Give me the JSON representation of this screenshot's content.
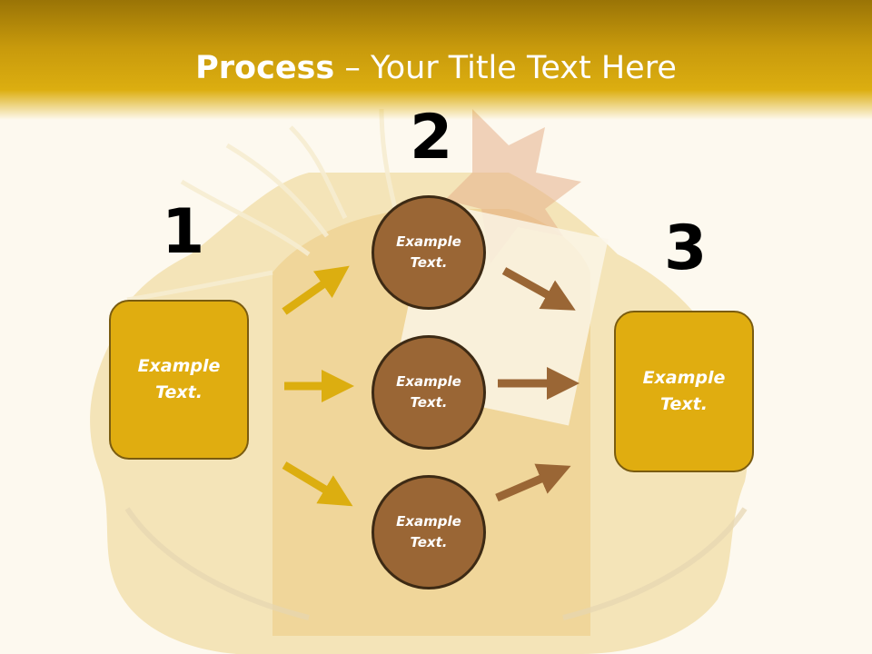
{
  "title": {
    "bold": "Process",
    "rest": " – Your Title Text Here"
  },
  "steps": {
    "n1": "1",
    "n2": "2",
    "n3": "3"
  },
  "left_box": {
    "text1": "Example",
    "text2": "Text."
  },
  "right_box": {
    "text1": "Example",
    "text2": "Text."
  },
  "circles": [
    {
      "text1": "Example",
      "text2": "Text."
    },
    {
      "text1": "Example",
      "text2": "Text."
    },
    {
      "text1": "Example",
      "text2": "Text."
    }
  ],
  "colors": {
    "header": "#c89a0c",
    "box": "#e0ad10",
    "circle": "#9a6635",
    "arrow_gold": "#dcae10",
    "arrow_brown": "#9a6635"
  }
}
